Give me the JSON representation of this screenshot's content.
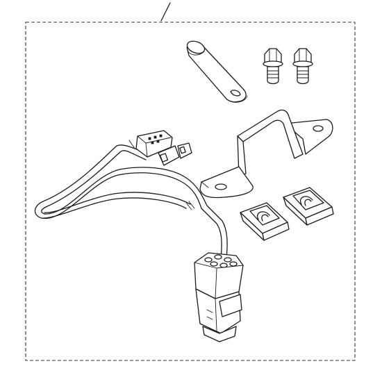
{
  "diagram": {
    "parts": [
      {
        "name": "wiring-harness",
        "icon": "wiring-harness-icon"
      },
      {
        "name": "mounting-bracket",
        "icon": "bracket-icon"
      },
      {
        "name": "support-strap",
        "icon": "strap-icon"
      },
      {
        "name": "bolts",
        "icon": "bolt-icon",
        "count": 2
      },
      {
        "name": "clip-nuts",
        "icon": "clip-nut-icon",
        "count": 2
      }
    ]
  }
}
